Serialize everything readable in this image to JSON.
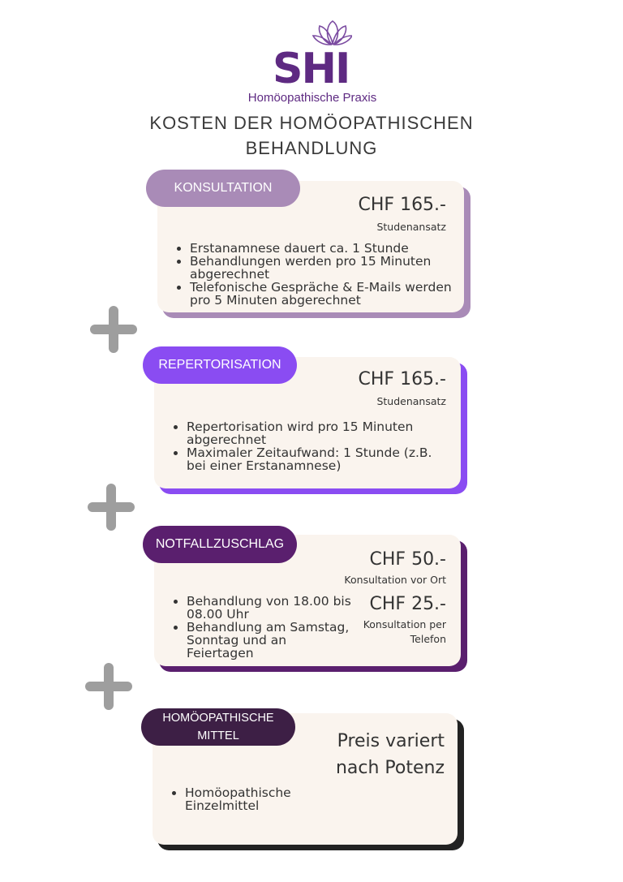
{
  "logo": {
    "mark_text": "SHI",
    "subtitle": "Homöopathische Praxis"
  },
  "title": {
    "line1": "KOSTEN DER HOMÖOPATHISCHEN",
    "line2": "BEHANDLUNG"
  },
  "colors": {
    "consult": "#a98bb7",
    "repert": "#8a4cf2",
    "notfall": "#5a1f6e",
    "mittel": "#3d1f45"
  },
  "cards": [
    {
      "label": "KONSULTATION",
      "price": "CHF 165.-",
      "price_note": "Studenansatz",
      "items": [
        "Erstanamnese dauert ca. 1 Stunde",
        "Behandlungen werden pro 15 Minuten abgerechnet",
        "Telefonische Gespräche & E-Mails werden pro 5 Minuten abgerechnet"
      ]
    },
    {
      "label": "REPERTORISATION",
      "price": "CHF 165.-",
      "price_note": "Studenansatz",
      "items": [
        "Repertorisation wird pro 15 Minuten abgerechnet",
        "Maximaler Zeitaufwand: 1 Stunde (z.B. bei einer Erstanamnese)"
      ]
    },
    {
      "label": "NOTFALLZUSCHLAG",
      "price1": "CHF 50.-",
      "price1_note": "Konsultation vor Ort",
      "price2": "CHF 25.-",
      "price2_note_line1": "Konsultation per",
      "price2_note_line2": "Telefon",
      "items": [
        "Behandlung von 18.00 bis 08.00 Uhr",
        "Behandlung am Samstag, Sonntag und an Feiertagen"
      ]
    },
    {
      "label_line1": "HOMÖOPATHISCHE",
      "label_line2": "MITTEL",
      "price_line1": "Preis variert",
      "price_line2": "nach Potenz",
      "items": [
        "Homöopathische Einzelmittel"
      ]
    }
  ]
}
